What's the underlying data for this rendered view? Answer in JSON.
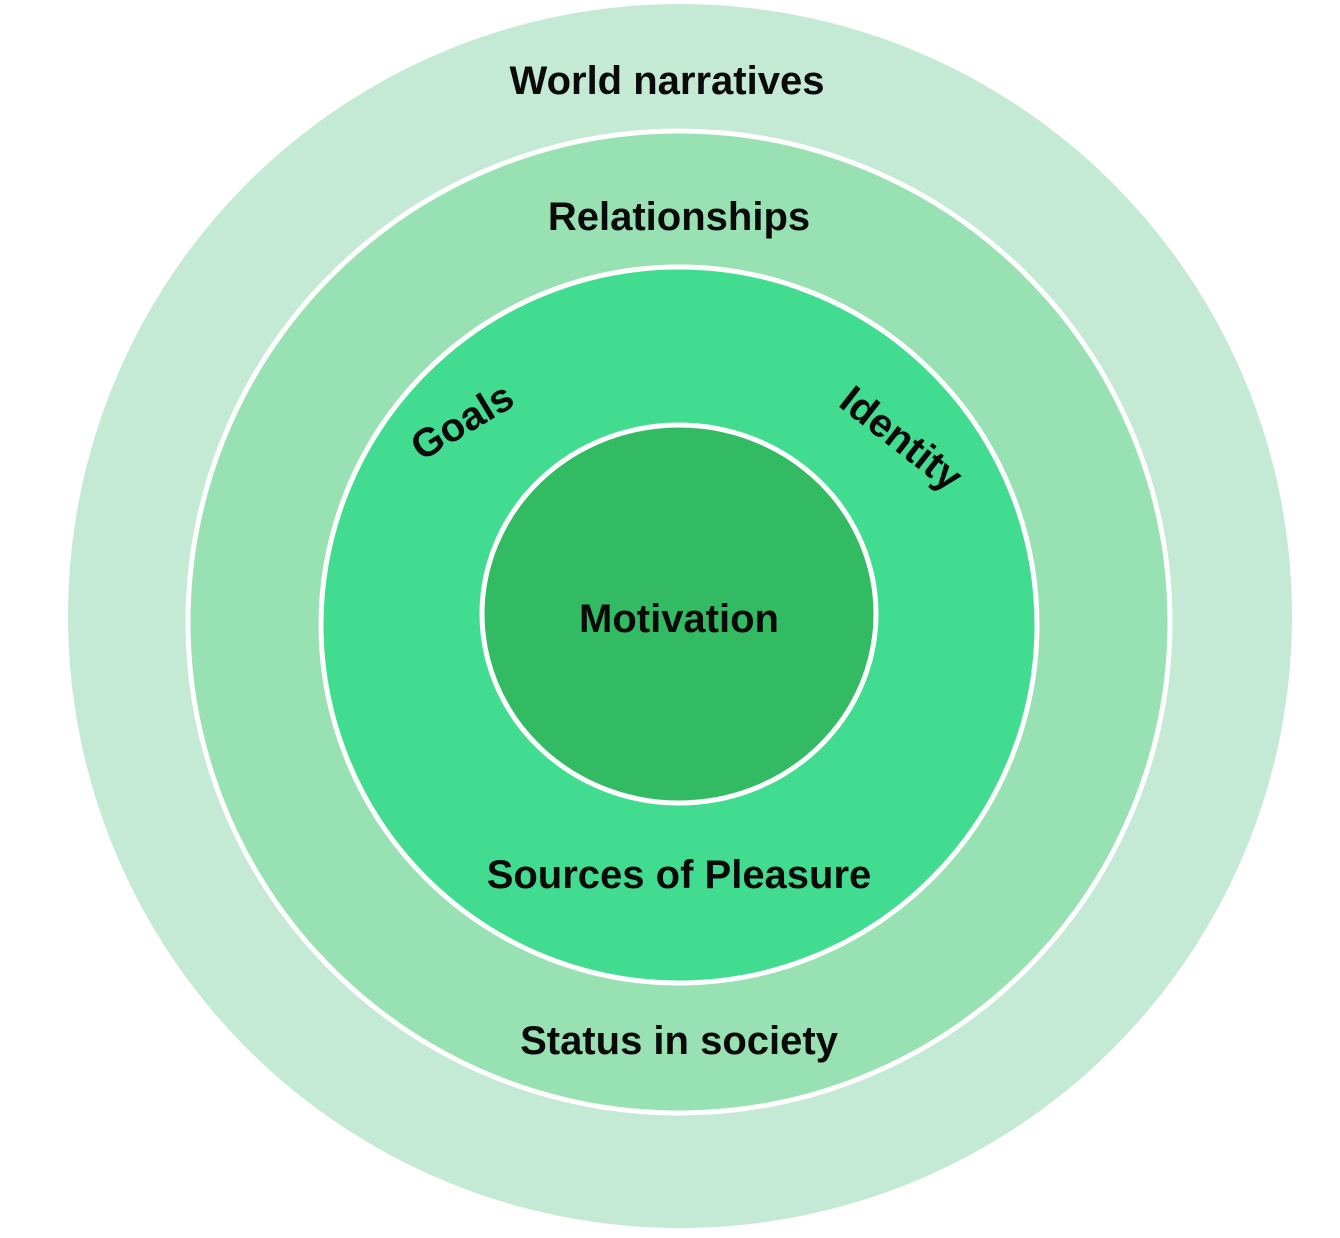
{
  "diagram": {
    "type": "concentric-circles",
    "layers": [
      {
        "id": "outer",
        "labels": [
          "World narratives"
        ],
        "color": "#c4e9d4"
      },
      {
        "id": "second",
        "labels": [
          "Relationships",
          "Status in society"
        ],
        "color": "#97e1b2"
      },
      {
        "id": "third",
        "labels": [
          "Goals",
          "Identity",
          "Sources of Pleasure"
        ],
        "color": "#42dc91"
      },
      {
        "id": "core",
        "labels": [
          "Motivation"
        ],
        "color": "#33bb64"
      }
    ],
    "separator_color": "#ffffff"
  }
}
